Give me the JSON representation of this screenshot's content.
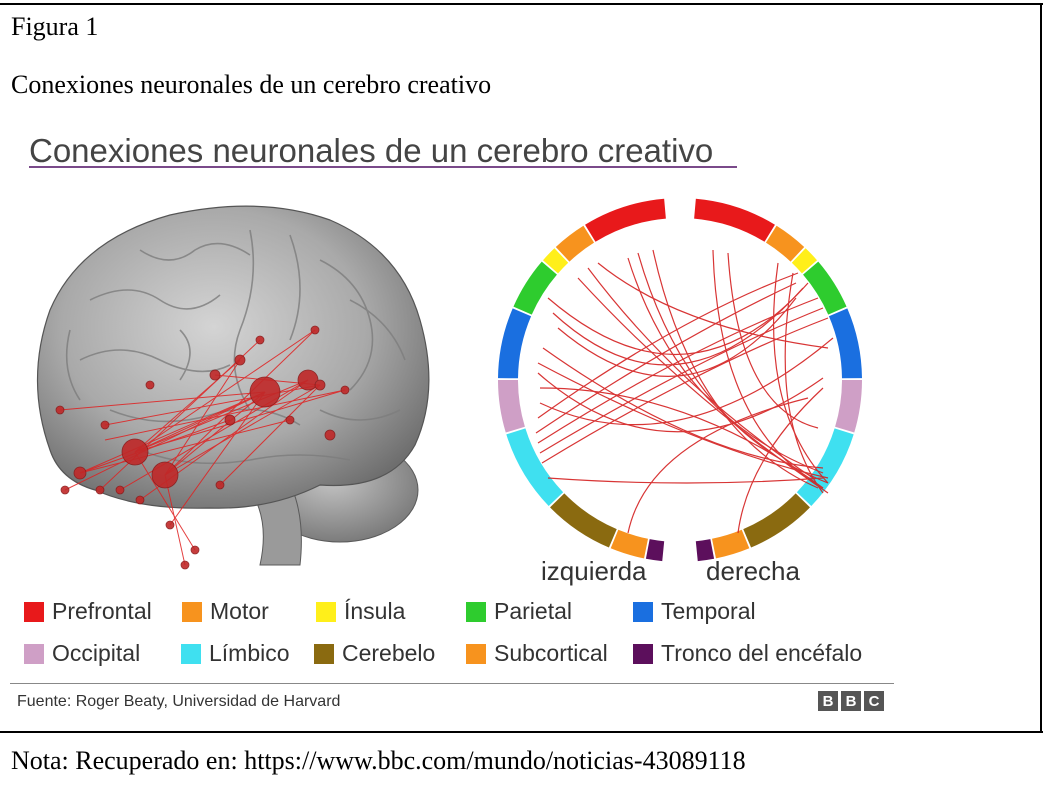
{
  "document": {
    "figure_label": "Figura 1",
    "figure_caption": "Conexiones neuronales de un cerebro creativo",
    "note": "Nota: Recuperado en: https://www.bbc.com/mundo/noticias-43089118"
  },
  "infographic": {
    "title": "Conexiones neuronales de un cerebro creativo",
    "left_label": "izquierda",
    "right_label": "derecha",
    "source": "Fuente: Roger Beaty, Universidad de Harvard",
    "logo_letters": [
      "B",
      "B",
      "C"
    ],
    "legend": [
      {
        "label": "Prefrontal",
        "color": "#e8191b"
      },
      {
        "label": "Motor",
        "color": "#f7931e"
      },
      {
        "label": "Ínsula",
        "color": "#ffef1a"
      },
      {
        "label": "Parietal",
        "color": "#2ecc2e"
      },
      {
        "label": "Temporal",
        "color": "#1a6fe0"
      },
      {
        "label": "Occipital",
        "color": "#cf9fc6"
      },
      {
        "label": "Límbico",
        "color": "#3fe0f0"
      },
      {
        "label": "Cerebelo",
        "color": "#8a6a10"
      },
      {
        "label": "Subcortical",
        "color": "#f7931e"
      },
      {
        "label": "Tronco del encéfalo",
        "color": "#5c0f5c"
      }
    ]
  }
}
